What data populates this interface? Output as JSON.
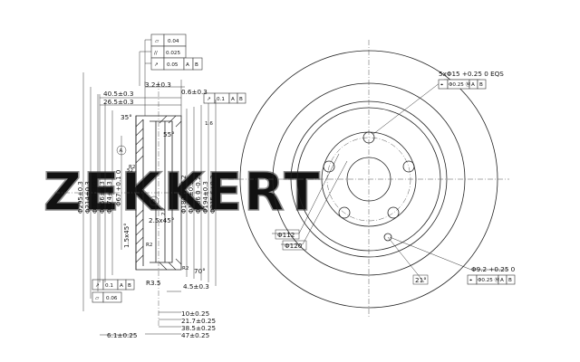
{
  "watermark": "ZEKKERT",
  "tolerance_frames": {
    "flatness": {
      "symbol": "▱",
      "value": "0.04"
    },
    "parallelism": {
      "symbol": "//",
      "value": "0.025"
    },
    "runout_top": {
      "symbol": "↗",
      "value": "0.05",
      "ref_a": "A",
      "ref_b": "B"
    },
    "runout_side": {
      "symbol": "↗",
      "value": "0.1",
      "ref_a": "A",
      "ref_b": "B"
    },
    "runout_bottom": {
      "symbol": "↗",
      "value": "0.1",
      "ref_a": "A",
      "ref_b": "B"
    },
    "flatness_bottom": {
      "symbol": "▱",
      "value": "0.06"
    }
  },
  "datums": {
    "a": "A",
    "b": "B"
  },
  "section_dims": {
    "top": [
      "3.2±0.3",
      "0.6±0.3",
      "40.5±0.3",
      "26.5±0.3"
    ],
    "angles": [
      "35°",
      "55°",
      "70°"
    ],
    "chamfers": [
      "2.5x45°",
      "1.5x45°"
    ],
    "radii": [
      "R2",
      "R2",
      "R3.5",
      "R2"
    ],
    "vertical_left": [
      "Φ295±0.3",
      "Φ214±0.3",
      "Φ196.5±0.3",
      "Φ166±0.3",
      "Φ174±0.3",
      "Φ67 +0.1 0"
    ],
    "vertical_right": [
      "Φ184.1±0.2",
      "Φ180±0.3",
      "Φ186 0 -0.25",
      "Φ194±0.3",
      "Φ215.6±0.3"
    ],
    "small": [
      "1.6",
      "52",
      "2.2"
    ],
    "bottom": [
      "4.5±0.3",
      "10±0.25",
      "21.7±0.25",
      "38.5±0.25",
      "47±0.25",
      "6.1±0.25"
    ]
  },
  "front_view": {
    "bolt_pattern": "5xΦ15 +0.25 0 EQS",
    "bolt_position": "Φ0.25 Ⓜ",
    "bolt_refs": [
      "A",
      "B"
    ],
    "pcd": "Φ112",
    "center_bore": "Φ120",
    "hole": "Φ9.2 +0.25 0",
    "hole_position": "Φ0.25 Ⓜ",
    "hole_refs": [
      "A",
      "B"
    ],
    "angle": "21°"
  }
}
